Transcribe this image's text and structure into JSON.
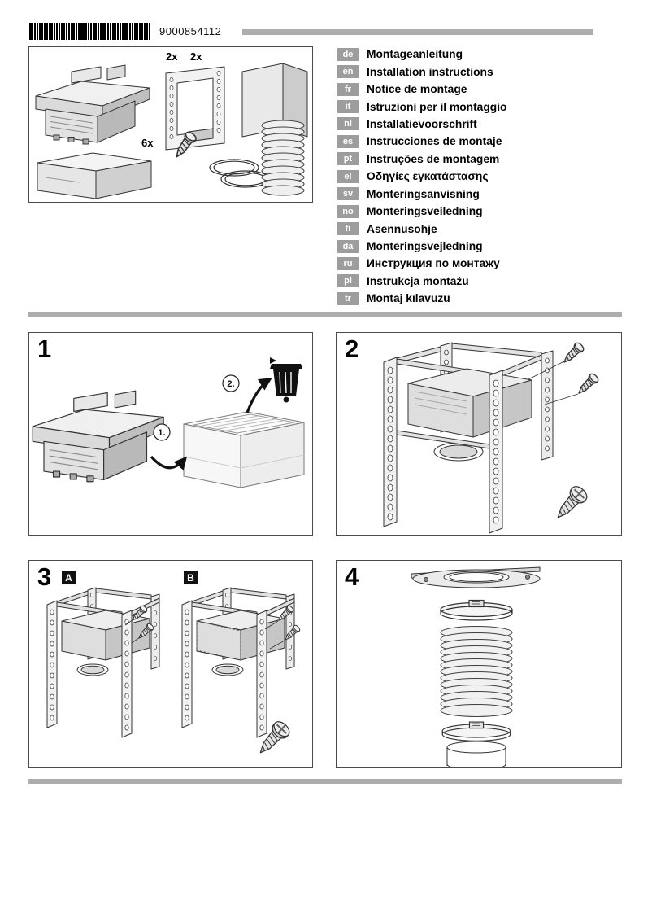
{
  "header": {
    "barcode_number": "9000854112"
  },
  "parts": {
    "bracket_count_1": "2x",
    "bracket_count_2": "2x",
    "screw_count": "6x"
  },
  "languages": [
    {
      "code": "de",
      "title": "Montageanleitung"
    },
    {
      "code": "en",
      "title": "Installation instructions"
    },
    {
      "code": "fr",
      "title": "Notice de montage"
    },
    {
      "code": "it",
      "title": "Istruzioni per il montaggio"
    },
    {
      "code": "nl",
      "title": "Installatievoorschrift"
    },
    {
      "code": "es",
      "title": "Instrucciones de montaje"
    },
    {
      "code": "pt",
      "title": "Instruções de montagem"
    },
    {
      "code": "el",
      "title": "Οδηγίες εγκατάστασης"
    },
    {
      "code": "sv",
      "title": "Monteringsanvisning"
    },
    {
      "code": "no",
      "title": "Monteringsveiledning"
    },
    {
      "code": "fi",
      "title": "Asennusohje"
    },
    {
      "code": "da",
      "title": "Monteringsvejledning"
    },
    {
      "code": "ru",
      "title": "Инструкция по монтажу"
    },
    {
      "code": "pl",
      "title": "Instrukcja montażu"
    },
    {
      "code": "tr",
      "title": "Montaj kılavuzu"
    }
  ],
  "steps": [
    {
      "number": "1",
      "callout_1": "1.",
      "callout_2": "2."
    },
    {
      "number": "2"
    },
    {
      "number": "3",
      "variant_a": "A",
      "variant_b": "B"
    },
    {
      "number": "4"
    }
  ]
}
